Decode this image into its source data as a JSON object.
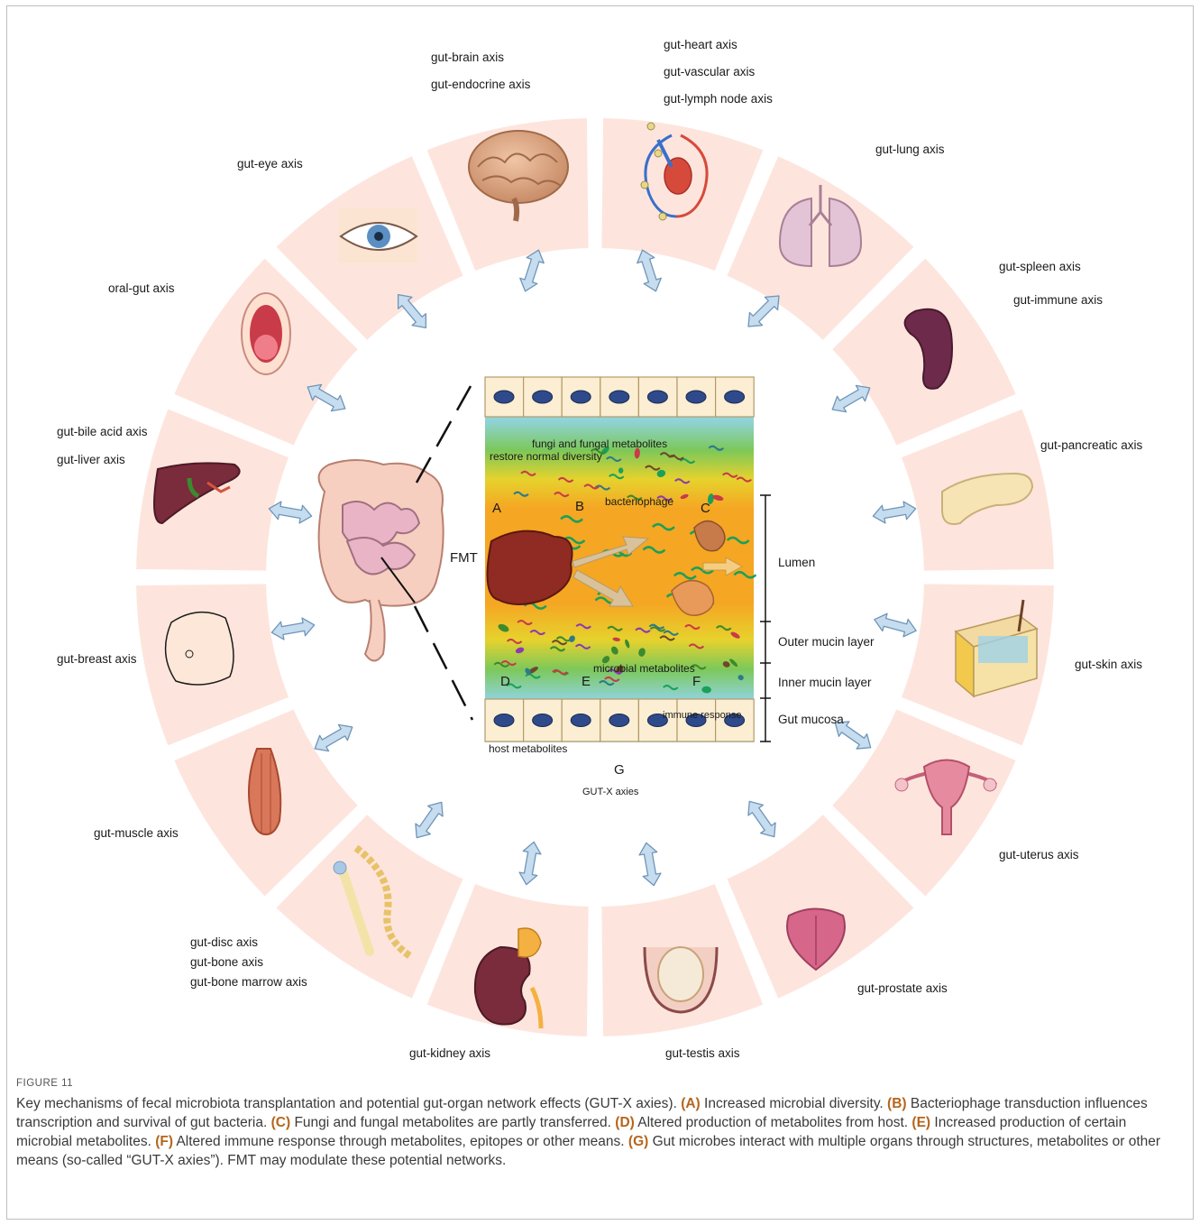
{
  "figure": {
    "axes_labels": {
      "brain": [
        "gut-brain axis",
        "gut-endocrine axis"
      ],
      "heart": [
        "gut-heart axis",
        "gut-vascular axis",
        "gut-lymph node axis"
      ],
      "lung": [
        "gut-lung axis"
      ],
      "spleen": [
        "gut-spleen axis",
        "gut-immune axis"
      ],
      "pancreas": [
        "gut-pancreatic axis"
      ],
      "skin": [
        "gut-skin axis"
      ],
      "uterus": [
        "gut-uterus axis"
      ],
      "prostate": [
        "gut-prostate axis"
      ],
      "testis": [
        "gut-testis axis"
      ],
      "kidney": [
        "gut-kidney axis"
      ],
      "bone": [
        "gut-disc axis",
        "gut-bone axis",
        "gut-bone marrow axis"
      ],
      "muscle": [
        "gut-muscle axis"
      ],
      "breast": [
        "gut-breast axis"
      ],
      "liver": [
        "gut-bile acid axis",
        "gut-liver axis"
      ],
      "mouth": [
        "oral-gut axis"
      ],
      "eye": [
        "gut-eye axis"
      ]
    },
    "center": {
      "fmt": "FMT",
      "fungi": "fungi and fungal metabolites",
      "restore": "restore normal diversity",
      "bacteriophage": "bacteriophage",
      "microbial_metabolites": "microbial metabolites",
      "immune_response": "immune response",
      "host_metabolites": "host metabolites",
      "letters": [
        "A",
        "B",
        "C",
        "D",
        "E",
        "F"
      ],
      "g_letter": "G",
      "gutx": "GUT-X axies"
    },
    "layers": {
      "lumen": "Lumen",
      "outer": "Outer mucin layer",
      "inner": "Inner mucin layer",
      "mucosa": "Gut mucosa"
    }
  },
  "caption": {
    "figure_label": "FIGURE 11",
    "intro": "Key mechanisms of fecal microbiota transplantation and potential gut-organ network effects (GUT-X axies).",
    "items": [
      {
        "key": "(A)",
        "text": "Increased microbial diversity."
      },
      {
        "key": "(B)",
        "text": "Bacteriophage transduction influences transcription and survival of gut bacteria."
      },
      {
        "key": "(C)",
        "text": "Fungi and fungal metabolites are partly transferred."
      },
      {
        "key": "(D)",
        "text": "Altered production of metabolites from host."
      },
      {
        "key": "(E)",
        "text": "Increased production of certain microbial metabolites."
      },
      {
        "key": "(F)",
        "text": "Altered immune response through metabolites, epitopes or other means."
      },
      {
        "key": "(G)",
        "text": "Gut microbes interact with multiple organs through structures, metabolites or other means (so-called “GUT-X axies”)."
      }
    ],
    "outro": "FMT may modulate these potential networks."
  }
}
